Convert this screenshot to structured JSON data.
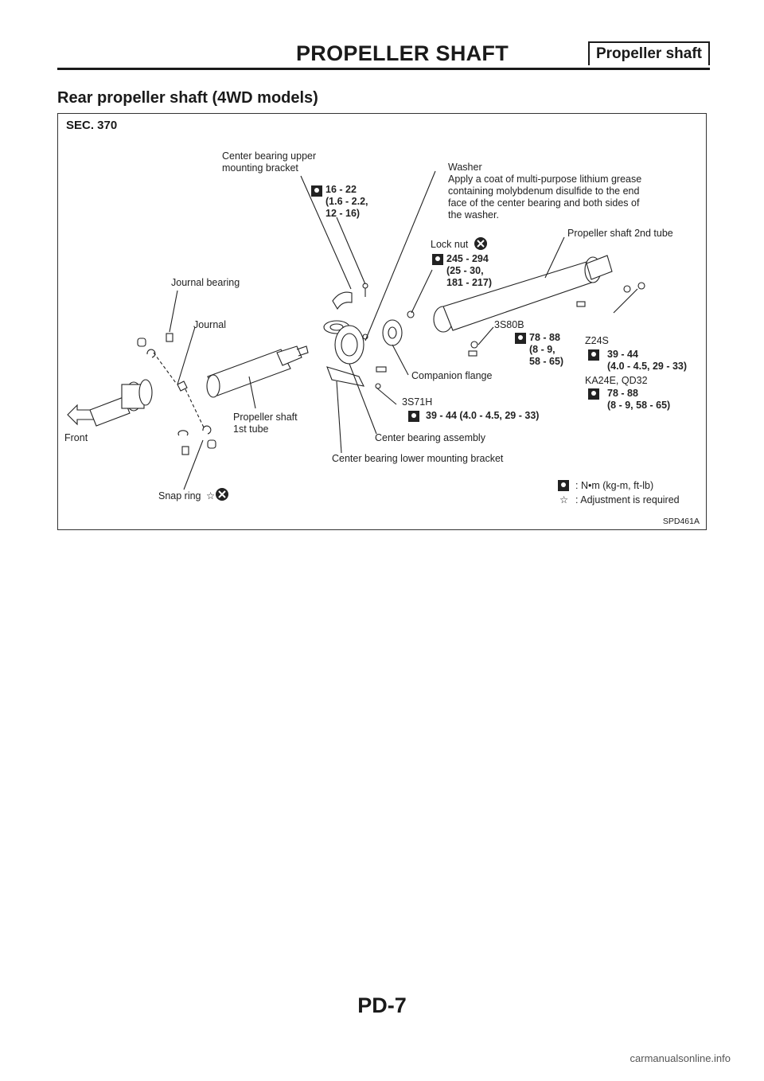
{
  "header": {
    "title": "PROPELLER SHAFT",
    "tab": "Propeller shaft"
  },
  "section_title": "Rear propeller shaft (4WD models)",
  "figure": {
    "sec": "SEC. 370",
    "labels": {
      "center_bearing_upper": "Center bearing upper\nmounting bracket",
      "washer": "Washer\nApply a coat of multi-purpose lithium grease\ncontaining molybdenum disulfide to the end\nface of the center bearing and both sides of\nthe washer.",
      "lock_nut": "Lock nut",
      "propeller_2nd_tube": "Propeller shaft 2nd tube",
      "journal_bearing": "Journal bearing",
      "journal": "Journal",
      "propeller_1st_tube": "Propeller shaft\n1st tube",
      "companion_flange": "Companion flange",
      "model_3s80b": "3S80B",
      "model_z24s": "Z24S",
      "model_ka24e": "KA24E, QD32",
      "model_3s71h": "3S71H",
      "center_bearing_assembly": "Center bearing assembly",
      "center_bearing_lower": "Center bearing lower mounting bracket",
      "front": "Front",
      "snap_ring": "Snap ring"
    },
    "torques": {
      "upper_bracket": "16 - 22\n(1.6 - 2.2,\n12 - 16)",
      "lock_nut": "245 - 294\n(25 - 30,\n181 - 217)",
      "s80b": "78 - 88\n(8 - 9,\n58 - 65)",
      "z24s": "39 - 44\n(4.0 - 4.5, 29 - 33)",
      "ka24e": "78 - 88\n(8 - 9, 58 - 65)",
      "s71h": "39 - 44 (4.0 - 4.5, 29 - 33)"
    },
    "legend": {
      "torque": ": N•m (kg-m, ft-lb)",
      "adjust": ": Adjustment is required"
    },
    "code": "SPD461A"
  },
  "page_number": "PD-7",
  "footer_site": "carmanualsonline.info"
}
